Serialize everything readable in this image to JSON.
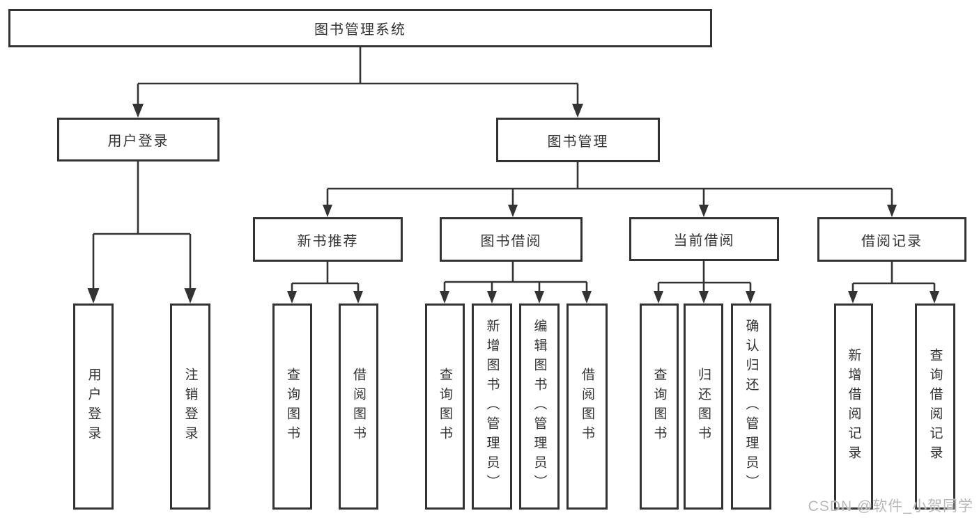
{
  "diagram": {
    "root": {
      "label": "图书管理系统"
    },
    "groups": [
      {
        "label": "用户登录",
        "children": [
          {
            "label": "用户登录"
          },
          {
            "label": "注销登录"
          }
        ]
      },
      {
        "label": "图书管理",
        "sections": [
          {
            "label": "新书推荐",
            "children": [
              {
                "label": "查询图书"
              },
              {
                "label": "借阅图书"
              }
            ]
          },
          {
            "label": "图书借阅",
            "children": [
              {
                "label": "查询图书"
              },
              {
                "label": "新增图书（管理员）"
              },
              {
                "label": "编辑图书（管理员）"
              },
              {
                "label": "借阅图书"
              }
            ]
          },
          {
            "label": "当前借阅",
            "children": [
              {
                "label": "查询图书"
              },
              {
                "label": "归还图书"
              },
              {
                "label": "确认归还（管理员）"
              }
            ]
          },
          {
            "label": "借阅记录",
            "children": [
              {
                "label": "新增借阅记录"
              },
              {
                "label": "查询借阅记录"
              }
            ]
          }
        ]
      }
    ]
  },
  "watermark": {
    "text": "CSDN @软件_小贺同学",
    "color": "#b9b9b9"
  },
  "colors": {
    "line": "#333333",
    "text": "#333333",
    "background": "#ffffff"
  }
}
